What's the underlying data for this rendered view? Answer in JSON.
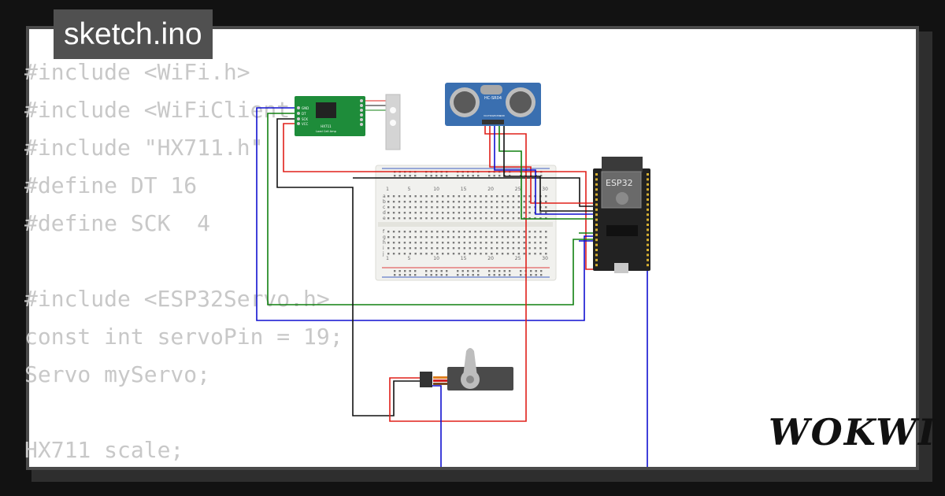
{
  "tab": {
    "filename": "sketch.ino"
  },
  "code_lines": [
    "#include <WiFi.h>",
    "#include <WiFiClient.h>",
    "#include \"HX711.h\"",
    "#define DT 16",
    "#define SCK  4",
    "",
    "#include <ESP32Servo.h>",
    "const int servoPin = 19;",
    "Servo myServo;",
    "",
    "HX711 scale;"
  ],
  "parts": {
    "hx711": {
      "title": "HX711",
      "subtitle": "Load Cell Amp",
      "pins": [
        "GND",
        "DT",
        "SCK",
        "VCC"
      ]
    },
    "ultrasonic": {
      "title": "HC-SR04",
      "pins": [
        "VCC",
        "TRIG",
        "ECHO",
        "GND"
      ]
    },
    "esp32": {
      "label": "ESP32"
    },
    "breadboard": {
      "col_numbers": [
        "1",
        "5",
        "10",
        "15",
        "20",
        "25",
        "30"
      ],
      "row_letters_top": [
        "a",
        "b",
        "c",
        "d",
        "e"
      ],
      "row_letters_bottom": [
        "f",
        "g",
        "h",
        "i",
        "j"
      ]
    }
  },
  "brand": {
    "logo": "WOKWI"
  },
  "colors": {
    "wire_red": "#e0201a",
    "wire_blue": "#1010d0",
    "wire_green": "#108010",
    "wire_black": "#111111",
    "board_green": "#1e8c3a",
    "esp32": "#222222"
  }
}
